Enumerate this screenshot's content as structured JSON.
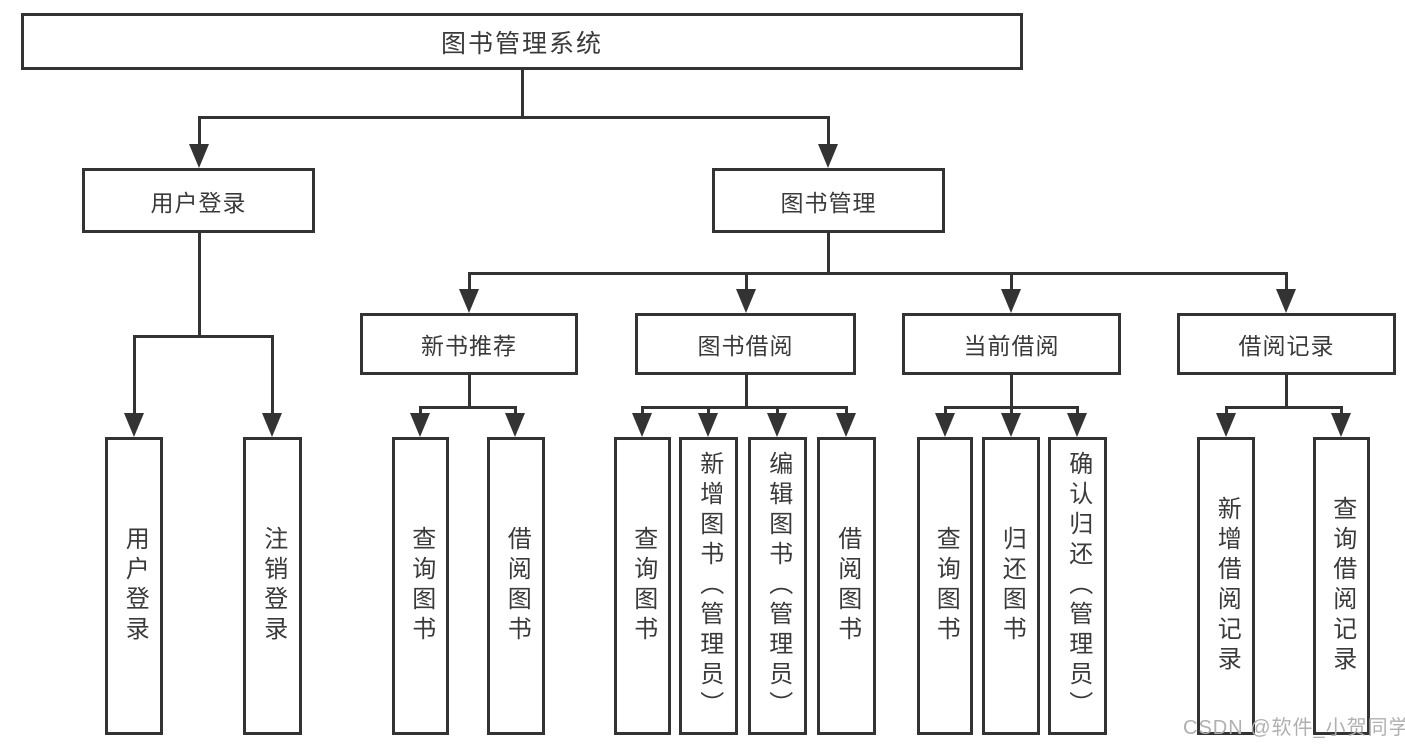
{
  "diagram": {
    "root": {
      "label": "图书管理系统"
    },
    "branches": [
      {
        "label": "用户登录",
        "children": [
          {
            "label": "用户登录"
          },
          {
            "label": "注销登录"
          }
        ]
      },
      {
        "label": "图书管理",
        "children": [
          {
            "label": "新书推荐",
            "children": [
              {
                "label": "查询图书"
              },
              {
                "label": "借阅图书"
              }
            ]
          },
          {
            "label": "图书借阅",
            "children": [
              {
                "label": "查询图书"
              },
              {
                "label": "新增图书（管理员）"
              },
              {
                "label": "编辑图书（管理员）"
              },
              {
                "label": "借阅图书"
              }
            ]
          },
          {
            "label": "当前借阅",
            "children": [
              {
                "label": "查询图书"
              },
              {
                "label": "归还图书"
              },
              {
                "label": "确认归还（管理员）"
              }
            ]
          },
          {
            "label": "借阅记录",
            "children": [
              {
                "label": "新增借阅记录"
              },
              {
                "label": "查询借阅记录"
              }
            ]
          }
        ]
      }
    ]
  },
  "watermark": {
    "text": "CSDN @软件_小贺同学"
  },
  "colors": {
    "line": "#333333",
    "ink": "#3a3a3a",
    "watermark": "#b0b0b0",
    "background": "#ffffff"
  }
}
